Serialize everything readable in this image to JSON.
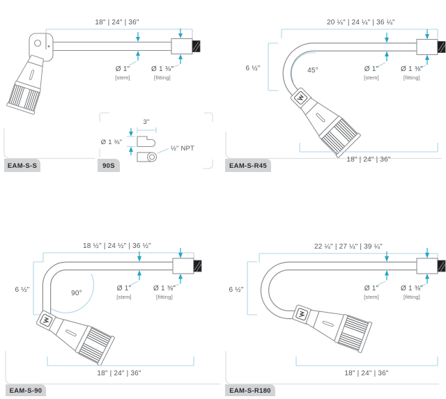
{
  "colors": {
    "linework": "#8e9093",
    "dimension_blue": "#aed6e6",
    "arrow_teal": "#2aa3c4",
    "text": "#54565a",
    "tab_background": "#d2d3d5",
    "tab_text": "#28292b"
  },
  "panels": {
    "eam_s_s": {
      "label": "EAM-S-S",
      "top_lengths": "18\" | 24\" | 36\"",
      "stem_diameter": "Ø 1\"",
      "stem_note": "[stem]",
      "fitting_diameter": "Ø 1 ⅜\"",
      "fitting_note": "[fitting]"
    },
    "s90": {
      "label": "90S",
      "width": "3\"",
      "diameter": "Ø 1 ⅜\"",
      "thread": "½\" NPT"
    },
    "eam_s_r45": {
      "label": "EAM-S-R45",
      "top_lengths": "20 ¼\" | 24 ¼\" | 36 ¼\"",
      "drop": "6 ½\"",
      "angle": "45°",
      "stem_diameter": "Ø 1\"",
      "stem_note": "[stem]",
      "fitting_diameter": "Ø 1 ⅜\"",
      "fitting_note": "[fitting]",
      "bottom_lengths": "18\" | 24\" | 36\""
    },
    "eam_s_90": {
      "label": "EAM-S-90",
      "top_lengths": "18 ½\" | 24 ½\" | 36 ½\"",
      "drop": "6 ½\"",
      "angle": "90°",
      "stem_diameter": "Ø 1\"",
      "stem_note": "[stem]",
      "fitting_diameter": "Ø 1 ⅜\"",
      "fitting_note": "[fitting]",
      "bottom_lengths": "18\" | 24\" | 36\""
    },
    "eam_s_r180": {
      "label": "EAM-S-R180",
      "top_lengths": "22 ¼\" | 27 ¼\" | 39 ¼\"",
      "drop": "6 ½\"",
      "stem_diameter": "Ø 1\"",
      "stem_note": "[stem]",
      "fitting_diameter": "Ø 1 ⅜\"",
      "fitting_note": "[fitting]",
      "bottom_lengths": "18\" | 24\" | 36\""
    }
  }
}
